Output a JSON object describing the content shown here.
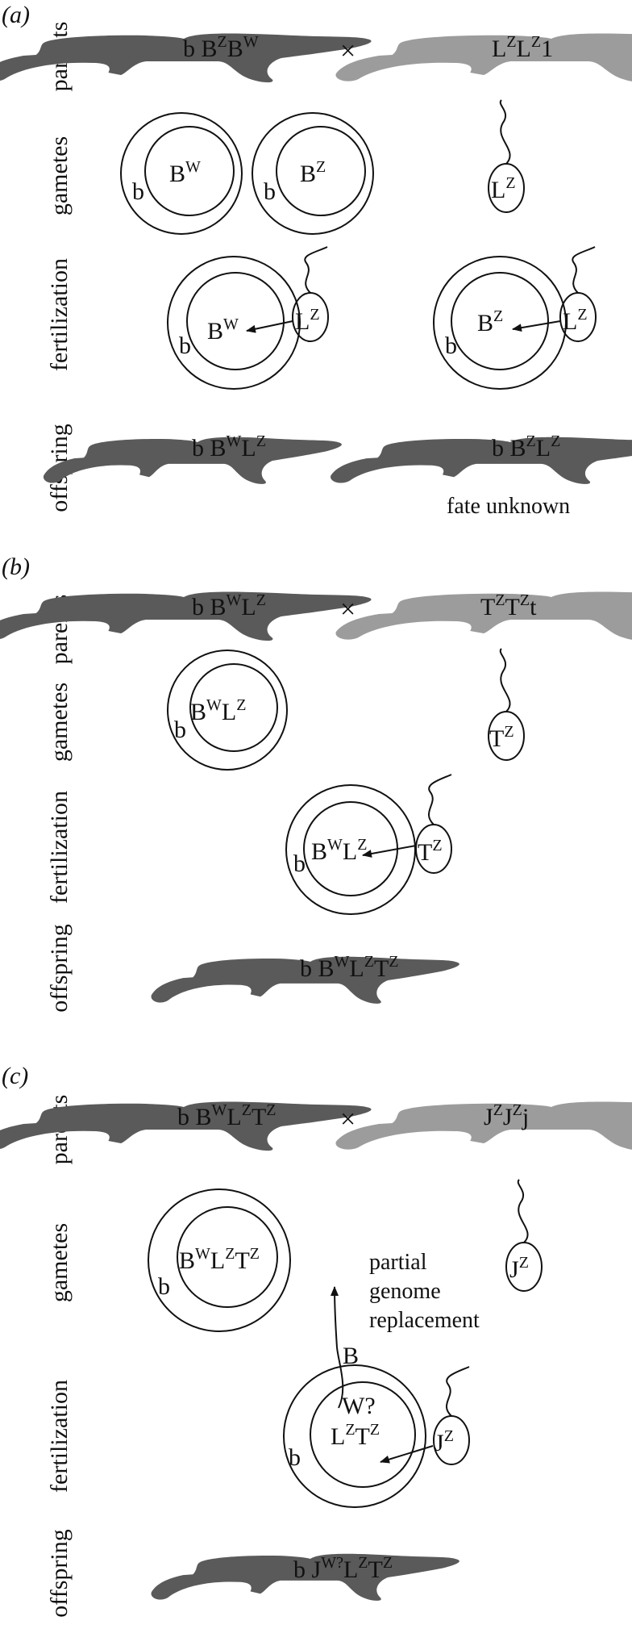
{
  "colors": {
    "female_body": "#5a5a5a",
    "male_body": "#9c9c9c",
    "line": "#111111"
  },
  "panels": [
    {
      "letter": "(a)",
      "rows": {
        "parents": "parents",
        "gametes": "gametes",
        "fertilization": "fertilization",
        "offspring": "offspring"
      },
      "cross": "×",
      "female_parent": {
        "symbol": "♀",
        "genotype": [
          "b B",
          "Z",
          "B",
          "W"
        ]
      },
      "male_parent": {
        "symbol": "♂",
        "genotype": [
          "L",
          "Z",
          "L",
          "Z",
          "1"
        ]
      },
      "gametes": [
        {
          "outer": "b",
          "inner": [
            "B",
            "W"
          ]
        },
        {
          "outer": "b",
          "inner": [
            "B",
            "Z"
          ]
        }
      ],
      "sperm": [
        "L",
        "Z"
      ],
      "fertilization": [
        {
          "outer": "b",
          "inner": [
            "B",
            "W"
          ],
          "sperm": [
            "L",
            "Z"
          ]
        },
        {
          "outer": "b",
          "inner": [
            "B",
            "Z"
          ],
          "sperm": [
            "L",
            "Z"
          ]
        }
      ],
      "offspring": [
        {
          "symbol": "♀",
          "genotype": [
            "b B",
            "W",
            "L",
            "Z"
          ]
        },
        {
          "symbol": "♂",
          "genotype": [
            "b B",
            "Z",
            "L",
            "Z"
          ],
          "note": "fate unknown"
        }
      ]
    },
    {
      "letter": "(b)",
      "rows": {
        "parents": "parents",
        "gametes": "gametes",
        "fertilization": "fertilization",
        "offspring": "offspring"
      },
      "cross": "×",
      "female_parent": {
        "symbol": "♀",
        "genotype": [
          "b B",
          "W",
          "L",
          "Z"
        ]
      },
      "male_parent": {
        "symbol": "♂",
        "genotype": [
          "T",
          "Z",
          "T",
          "Z",
          "t"
        ]
      },
      "gametes": [
        {
          "outer": "b",
          "inner": [
            "B",
            "W",
            "L",
            "Z"
          ]
        }
      ],
      "sperm": [
        "T",
        "Z"
      ],
      "fertilization": [
        {
          "outer": "b",
          "inner": [
            "B",
            "W",
            "L",
            "Z"
          ],
          "sperm": [
            "T",
            "Z"
          ]
        }
      ],
      "offspring": [
        {
          "symbol": "♀",
          "genotype": [
            "b B",
            "W",
            "L",
            "Z",
            "T",
            "Z"
          ]
        }
      ]
    },
    {
      "letter": "(c)",
      "rows": {
        "parents": "parents",
        "gametes": "gametes",
        "fertilization": "fertilization",
        "offspring": "offspring"
      },
      "cross": "×",
      "female_parent": {
        "symbol": "♀",
        "genotype": [
          "b B",
          "W",
          "L",
          "Z",
          "T",
          "Z"
        ]
      },
      "male_parent": {
        "symbol": "♂",
        "genotype": [
          "J",
          "Z",
          "J",
          "Z",
          "j"
        ]
      },
      "gametes": [
        {
          "outer": "b",
          "inner": [
            "B",
            "W",
            "L",
            "Z",
            "T",
            "Z"
          ]
        }
      ],
      "sperm": [
        "J",
        "Z"
      ],
      "fertilization": [
        {
          "outer": "b",
          "inner_top": "W?",
          "inner": [
            "L",
            "Z",
            "T",
            "Z"
          ],
          "sperm": [
            "J",
            "Z"
          ],
          "replaced": "B",
          "annotation": [
            "partial",
            "genome",
            "replacement"
          ]
        }
      ],
      "offspring": [
        {
          "symbol": "♀",
          "genotype": [
            "b J",
            "W?",
            "L",
            "Z",
            "T",
            "Z"
          ]
        }
      ]
    }
  ]
}
